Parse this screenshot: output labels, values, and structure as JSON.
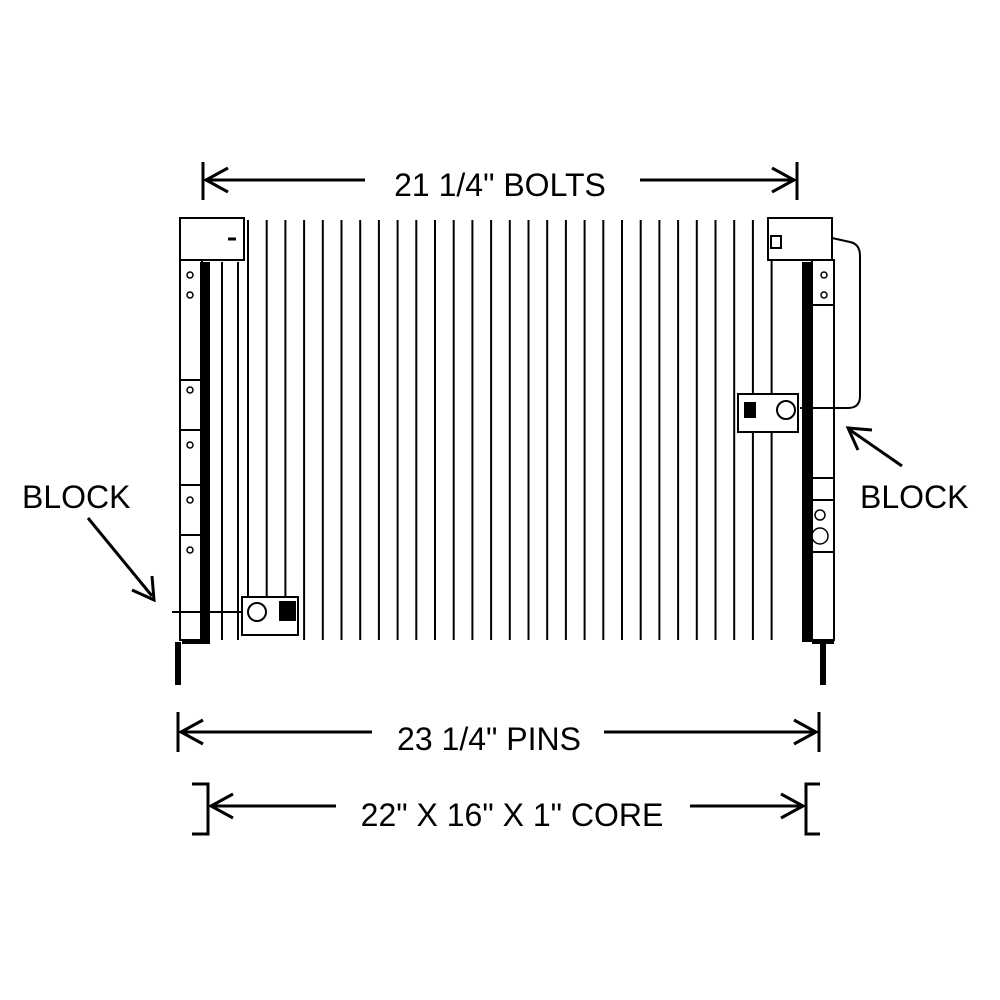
{
  "labels": {
    "bolts": "21 1/4\" BOLTS",
    "pins": "23 1/4\" PINS",
    "core": "22\" X 16\" X 1\" CORE",
    "block_left": "BLOCK",
    "block_right": "BLOCK"
  },
  "colors": {
    "line": "#000000",
    "background": "#ffffff"
  }
}
